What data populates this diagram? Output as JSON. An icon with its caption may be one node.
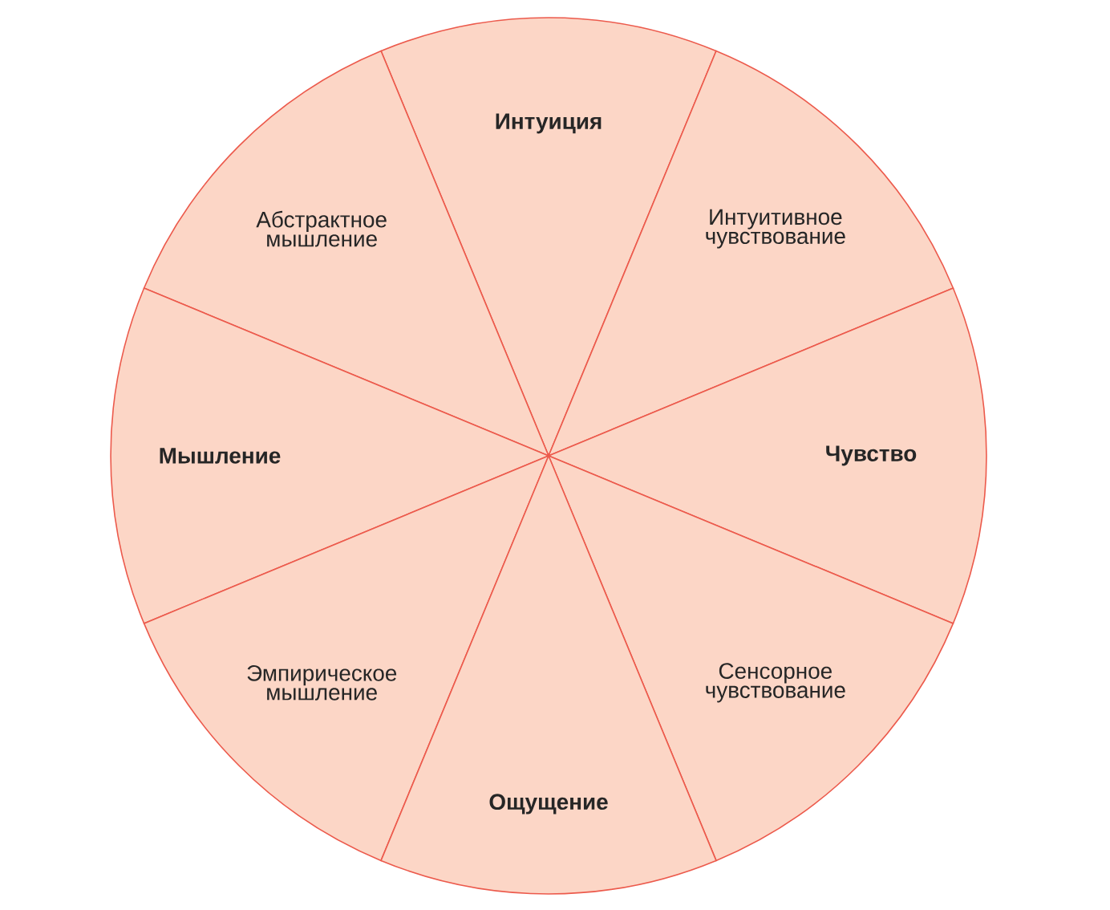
{
  "diagram": {
    "nodes": [
      {
        "text": [
          "Интуиция"
        ]
      },
      {
        "text": [
          "Абстрактное мышление"
        ]
      },
      {
        "text": [
          "Интуитивное чувствование"
        ]
      },
      {
        "text": [
          "Мышление"
        ]
      },
      {
        "text": [
          "Чувство"
        ]
      },
      {
        "text": [
          "Эмпирическое мышление"
        ]
      },
      {
        "text": [
          "Сенсорное чувствование"
        ]
      },
      {
        "text": [
          "Ощущение"
        ]
      }
    ]
  }
}
